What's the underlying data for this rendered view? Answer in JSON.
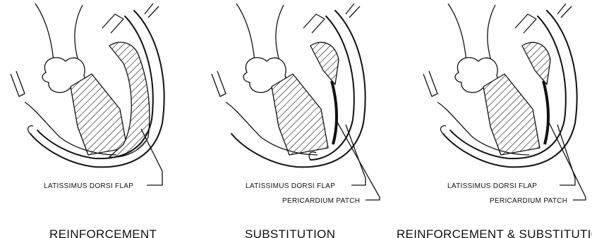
{
  "panels": [
    {
      "caption": "REINFORCEMENT",
      "labels": [
        "LATISSIMUS DORSI FLAP"
      ]
    },
    {
      "caption": "SUBSTITUTION",
      "labels": [
        "LATISSIMUS DORSI FLAP",
        "PERICARDIUM PATCH"
      ]
    },
    {
      "caption": "REINFORCEMENT & SUBSTITUTION",
      "labels": [
        "LATISSIMUS DORSI FLAP",
        "PERICARDIUM PATCH"
      ]
    }
  ]
}
